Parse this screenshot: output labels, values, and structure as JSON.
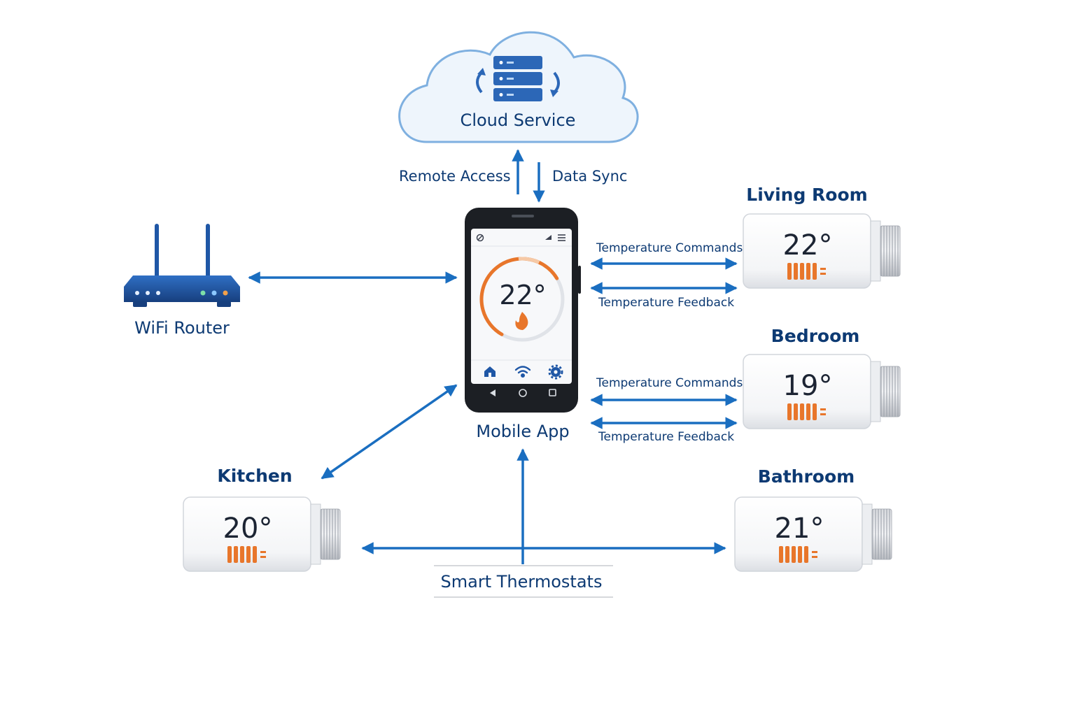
{
  "cloud": {
    "label": "Cloud Service"
  },
  "cloud_links": {
    "up_label": "Remote Access",
    "down_label": "Data Sync"
  },
  "router": {
    "label": "WiFi Router"
  },
  "phone": {
    "label": "Mobile App",
    "temperature": "22°",
    "setpoint_progress": 0.58,
    "icons": [
      "home-icon",
      "wifi-icon",
      "gear-icon",
      "flame-icon"
    ],
    "nav_icons": [
      "back-icon",
      "home-circle-icon",
      "recents-icon"
    ]
  },
  "links": {
    "commands_label": "Temperature Commands",
    "feedback_label": "Temperature Feedback"
  },
  "rooms": [
    {
      "name": "Living Room",
      "temperature": "22°"
    },
    {
      "name": "Bedroom",
      "temperature": "19°"
    },
    {
      "name": "Kitchen",
      "temperature": "20°"
    },
    {
      "name": "Bathroom",
      "temperature": "21°"
    }
  ],
  "bus": {
    "label": "Smart Thermostats"
  },
  "colors": {
    "primary": "#0d3a73",
    "arrow": "#1a6ec0",
    "accent": "#e8762b",
    "cloud_fill": "#eef5fc"
  }
}
